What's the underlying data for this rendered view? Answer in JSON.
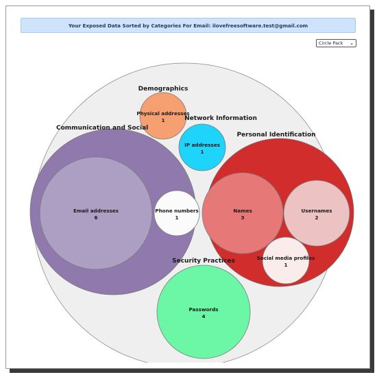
{
  "header": {
    "title": "Your Exposed Data Sorted by Categories For Email: ilovefreesoftware.test@gmail.com"
  },
  "controls": {
    "view_select": "Circle Pack"
  },
  "colors": {
    "root": "#efefef",
    "demographics": "#f6a071",
    "network": "#1ed4fb",
    "communication": "#9079ad",
    "communication_child": "#ad9fc4",
    "personal": "#d12d2c",
    "personal_child": "#e77878",
    "personal_child_light": "#ecc2c2",
    "security": "#6bf7a5"
  },
  "chart_data": {
    "type": "circle-pack",
    "categories": [
      {
        "name": "Demographics",
        "items": [
          {
            "name": "Physical addresses",
            "value": 1
          }
        ]
      },
      {
        "name": "Network Information",
        "items": [
          {
            "name": "IP addresses",
            "value": 1
          }
        ]
      },
      {
        "name": "Communication and Social",
        "items": [
          {
            "name": "Email addresses",
            "value": 6
          },
          {
            "name": "Phone numbers",
            "value": 1
          }
        ]
      },
      {
        "name": "Personal Identification",
        "items": [
          {
            "name": "Names",
            "value": 3
          },
          {
            "name": "Usernames",
            "value": 2
          },
          {
            "name": "Social media profiles",
            "value": 1
          }
        ]
      },
      {
        "name": "Security Practices",
        "items": [
          {
            "name": "Passwords",
            "value": 4
          }
        ]
      }
    ]
  }
}
